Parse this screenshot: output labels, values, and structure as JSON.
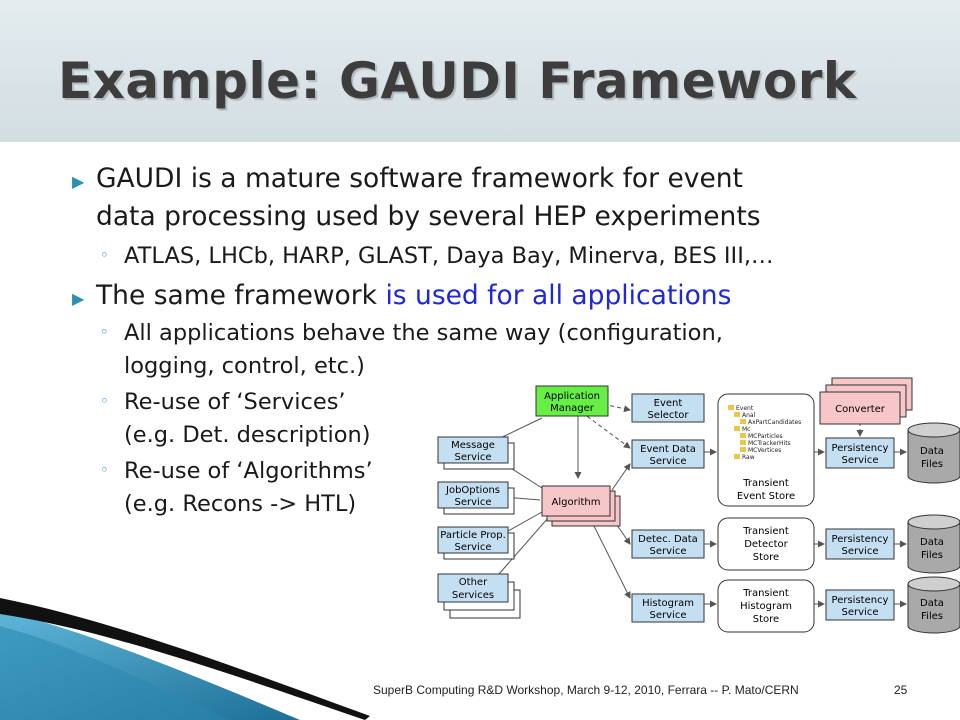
{
  "slide": {
    "title": "Example: GAUDI Framework",
    "bullets": [
      {
        "lines": [
          "GAUDI is a mature software framework for event",
          "data processing used by several HEP experiments"
        ],
        "subs": [
          {
            "lines": [
              "ATLAS, LHCb, HARP, GLAST, Daya Bay, Minerva, BES III,…"
            ]
          }
        ]
      },
      {
        "text_plain": "The same framework ",
        "text_highlight": "is used for all applications",
        "subs": [
          {
            "lines": [
              "All applications behave the same way (configuration,",
              "logging, control, etc.)"
            ]
          },
          {
            "lines": [
              "Re-use of ‘Services’",
              "(e.g. Det. description)"
            ]
          },
          {
            "lines": [
              "Re-use of ‘Algorithms’",
              "(e.g. Recons -> HTL)"
            ]
          }
        ]
      }
    ],
    "footer": "SuperB Computing R&D Workshop, March 9-12, 2010, Ferrara  -- P. Mato/CERN",
    "page_number": "25"
  },
  "diagram": {
    "boxes": {
      "app_manager": [
        "Application",
        "Manager"
      ],
      "event_selector": [
        "Event",
        "Selector"
      ],
      "message_service": [
        "Message",
        "Service"
      ],
      "event_data_service": [
        "Event Data",
        "Service"
      ],
      "joboptions_service": [
        "JobOptions",
        "Service"
      ],
      "algorithm": [
        "Algorithm"
      ],
      "particle_prop_service": [
        "Particle Prop.",
        "Service"
      ],
      "detec_data_service": [
        "Detec. Data",
        "Service"
      ],
      "other_services": [
        "Other",
        "Services"
      ],
      "histogram_service": [
        "Histogram",
        "Service"
      ],
      "transient_event_store": [
        "Transient",
        "Event Store"
      ],
      "transient_detector_store": [
        "Transient",
        "Detector",
        "Store"
      ],
      "transient_histogram_store": [
        "Transient",
        "Histogram",
        "Store"
      ],
      "converter": [
        "Converter"
      ],
      "persistency_service_1": [
        "Persistency",
        "Service"
      ],
      "persistency_service_2": [
        "Persistency",
        "Service"
      ],
      "persistency_service_3": [
        "Persistency",
        "Service"
      ],
      "data_files_1": [
        "Data",
        "Files"
      ],
      "data_files_2": [
        "Data",
        "Files"
      ],
      "data_files_3": [
        "Data",
        "Files"
      ]
    },
    "event_tree": [
      "Event",
      "Anal",
      "AxPartCandidates",
      "Mc",
      "MCParticles",
      "MCTrackerHits",
      "MCVertices",
      "Raw"
    ],
    "colors": {
      "app_manager": "#66ee44",
      "algorithm": "#f6c6c8",
      "converter": "#f6c6c8",
      "service": "#c5dff2",
      "store": "#ffffff",
      "data_files": "#a9a9a9"
    }
  }
}
